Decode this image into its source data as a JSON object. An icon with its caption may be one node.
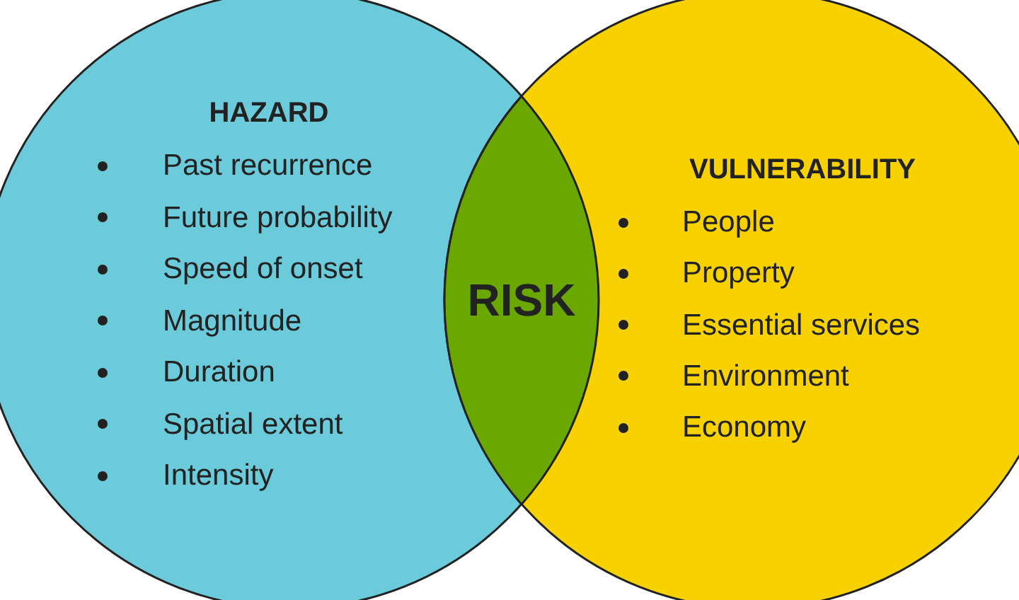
{
  "diagram": {
    "nodes": [
      {
        "text": [
          "HAZARD",
          "Past recurrence",
          "Future probability",
          "Speed of onset",
          "Magnitude",
          "Duration",
          "Spatial extent",
          "Intensity"
        ]
      },
      {
        "text": [
          "VULNERABILITY",
          "People",
          "Property",
          "Essential services",
          "Environment",
          "Economy"
        ]
      },
      {
        "text": [
          "RISK"
        ]
      }
    ]
  }
}
